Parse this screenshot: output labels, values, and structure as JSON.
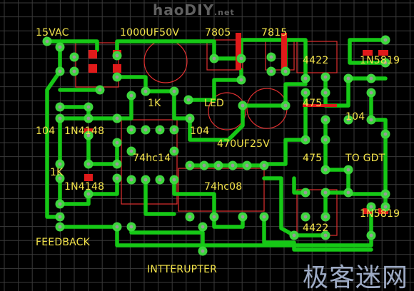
{
  "watermark_top": {
    "main": "haoDIY",
    "suffix": ".net"
  },
  "watermark_bottom": "极客迷网",
  "labels": {
    "ac_in": "15VAC",
    "cap_big": "1000UF50V",
    "reg1": "7805",
    "reg2": "7815",
    "ic_top": "4422",
    "diode_top": "1N5819",
    "res_1k_a": "1K",
    "led": "LED",
    "res_475_a": "475",
    "cap_104_right": "104",
    "cap_104_left": "104",
    "diode_1n4148_a": "1N4148",
    "cap_104_mid": "104",
    "cap_470": "470UF25V",
    "ic_74hc14": "74hc14",
    "res_475_b": "475",
    "gdt": "TO GDT",
    "res_1k_b": "1K",
    "diode_1n4148_b": "1N4148",
    "ic_74hc08": "74hc08",
    "diode_bottom": "1N5819",
    "ic_bottom": "4422",
    "feedback": "FEEDBACK",
    "interrupter": "INTTERUPTER"
  },
  "colors": {
    "background": "#000000",
    "grid": "#3a3a3a",
    "trace": "#16c816",
    "pad_ring": "#3dd63d",
    "pad_hole": "#9a9a9a",
    "silk": "#e03030",
    "smd": "#e01a1a",
    "label": "#f2e24a"
  }
}
